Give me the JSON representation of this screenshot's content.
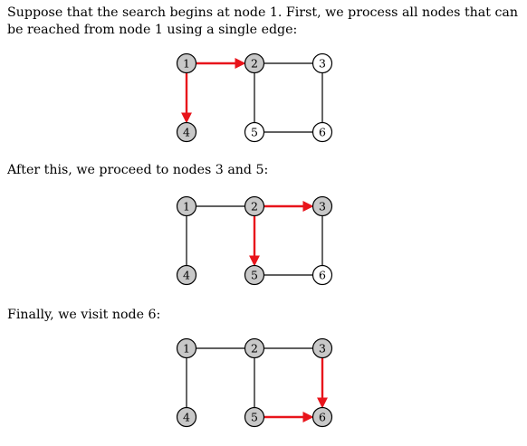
{
  "paragraphs": {
    "intro": "Suppose that the search begins at node 1. First, we process all nodes that can be reached from node 1 using a single edge:",
    "step2": "After this, we proceed to nodes 3 and 5:",
    "step3": "Finally, we visit node 6:"
  },
  "colors": {
    "visited_fill": "#c8c8c8",
    "unvisited_fill": "#ffffff",
    "highlight_edge": "#e8141b",
    "edge": "#000000"
  },
  "nodes": [
    {
      "id": "1",
      "label": "1"
    },
    {
      "id": "2",
      "label": "2"
    },
    {
      "id": "3",
      "label": "3"
    },
    {
      "id": "4",
      "label": "4"
    },
    {
      "id": "5",
      "label": "5"
    },
    {
      "id": "6",
      "label": "6"
    }
  ],
  "edges": [
    [
      "1",
      "2"
    ],
    [
      "2",
      "3"
    ],
    [
      "1",
      "4"
    ],
    [
      "2",
      "5"
    ],
    [
      "3",
      "6"
    ],
    [
      "5",
      "6"
    ]
  ],
  "steps": [
    {
      "visited": [
        "1",
        "2",
        "4"
      ],
      "highlighted": [
        [
          "1",
          "2"
        ],
        [
          "1",
          "4"
        ]
      ]
    },
    {
      "visited": [
        "1",
        "2",
        "3",
        "4",
        "5"
      ],
      "highlighted": [
        [
          "2",
          "3"
        ],
        [
          "2",
          "5"
        ]
      ]
    },
    {
      "visited": [
        "1",
        "2",
        "3",
        "4",
        "5",
        "6"
      ],
      "highlighted": [
        [
          "3",
          "6"
        ],
        [
          "5",
          "6"
        ]
      ]
    }
  ]
}
